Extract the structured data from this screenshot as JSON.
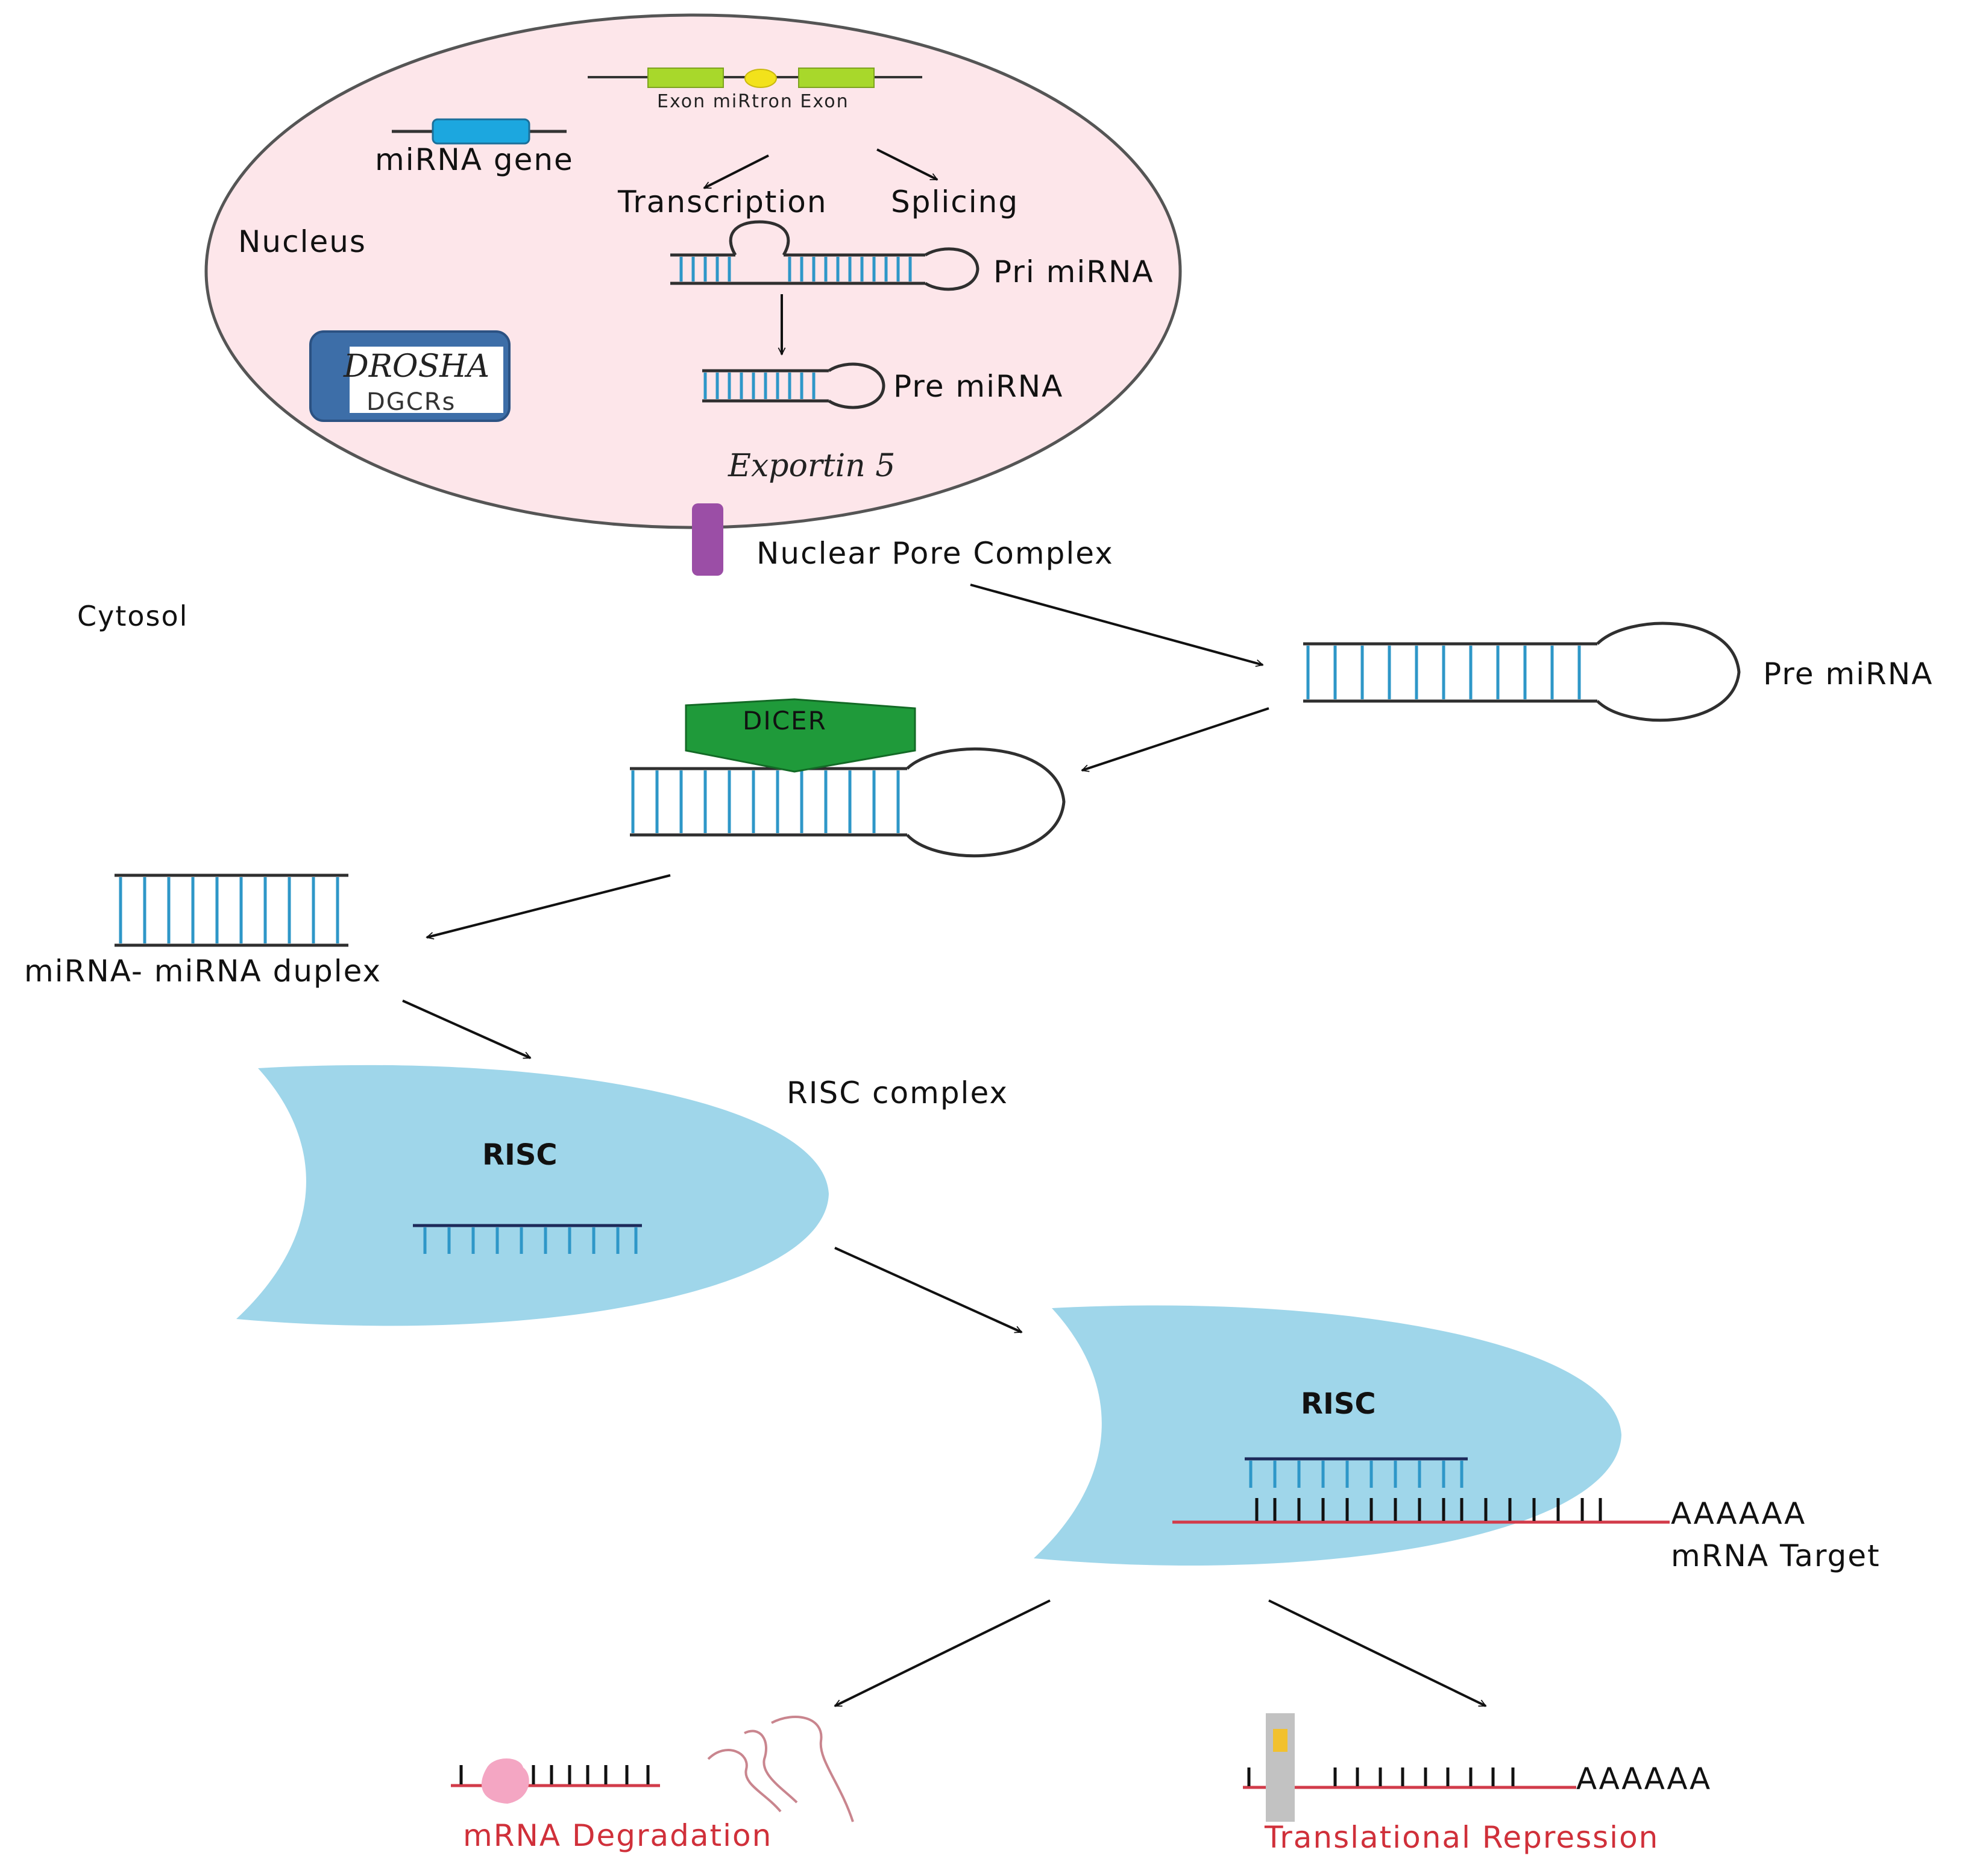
{
  "labels": {
    "nucleus": "Nucleus",
    "mirna_gene": "miRNA gene",
    "exon_mirtron": "Exon miRtron Exon",
    "transcription": "Transcription",
    "splicing": "Splicing",
    "pri_mirna": "Pri miRNA",
    "pre_mirna_nucleus": "Pre miRNA",
    "drosha": "DROSHA",
    "dgcr8": "DGCRs",
    "exportin": "Exportin 5",
    "nuclear_pore": "Nuclear Pore Complex",
    "cytosol": "Cytosol",
    "pre_mirna_cytosol": "Pre miRNA",
    "dicer": "DICER",
    "duplex": "miRNA- miRNA duplex",
    "risc_complex": "RISC complex",
    "risc_1": "RISC",
    "risc_2": "RISC",
    "poly_a_target": "AAAAAA",
    "mrna_target": "mRNA Target",
    "poly_a_repression": "AAAAAA",
    "mrna_degradation": "mRNA Degradation",
    "translational_repression": "Translational Repression"
  },
  "colors": {
    "nucleus_fill": "#fde6ea",
    "gene_blue": "#1ca7df",
    "exon_green": "#a8d82b",
    "mirtron_yellow": "#f2e21b",
    "drosha_blue": "#3d6ea8",
    "pore_purple": "#9b4ea6",
    "dicer_green": "#1f9a3a",
    "risc_blue": "#9fd6ea",
    "rna_rung": "#2e97c8",
    "target_red": "#d23b4a",
    "label_red": "#d0303a",
    "degradation_pink": "#f4a6c3",
    "ribosome_gray": "#c2c2c2",
    "ribosome_yellow": "#f2c12e"
  }
}
